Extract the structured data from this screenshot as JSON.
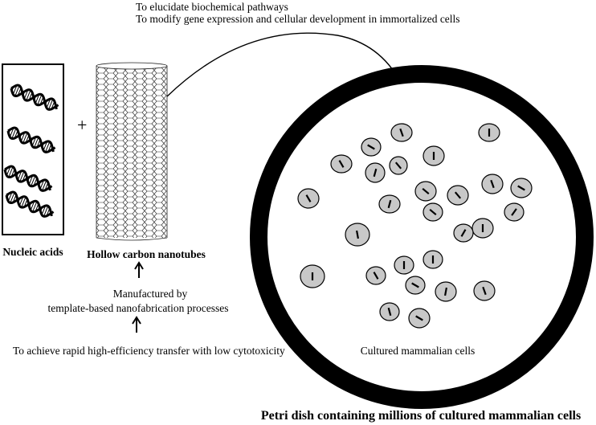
{
  "top_annotations": {
    "line1": "To elucidate biochemical pathways",
    "line2": "To modify gene expression and cellular development in immortalized cells"
  },
  "plus_sign": "+",
  "nucleic_acids_label": "Nucleic acids",
  "nanotube_label": "Hollow carbon nanotubes",
  "manufacturing": {
    "line1": "Manufactured by",
    "line2": "template-based nanofabrication processes"
  },
  "goal_text": "To achieve rapid high-efficiency transfer with low cytotoxicity",
  "cells_label": "Cultured mammalian cells",
  "dish_caption": "Petri dish containing millions of cultured mammalian cells",
  "colors": {
    "cell_fill": "#c8c8c8",
    "dish_rim": "#000000",
    "background": "#ffffff"
  },
  "icons": {
    "dna": "dna-helix-icon",
    "nanotube": "nanotube-mesh-icon",
    "cell": "cell-icon",
    "arrow": "up-arrow-icon"
  }
}
